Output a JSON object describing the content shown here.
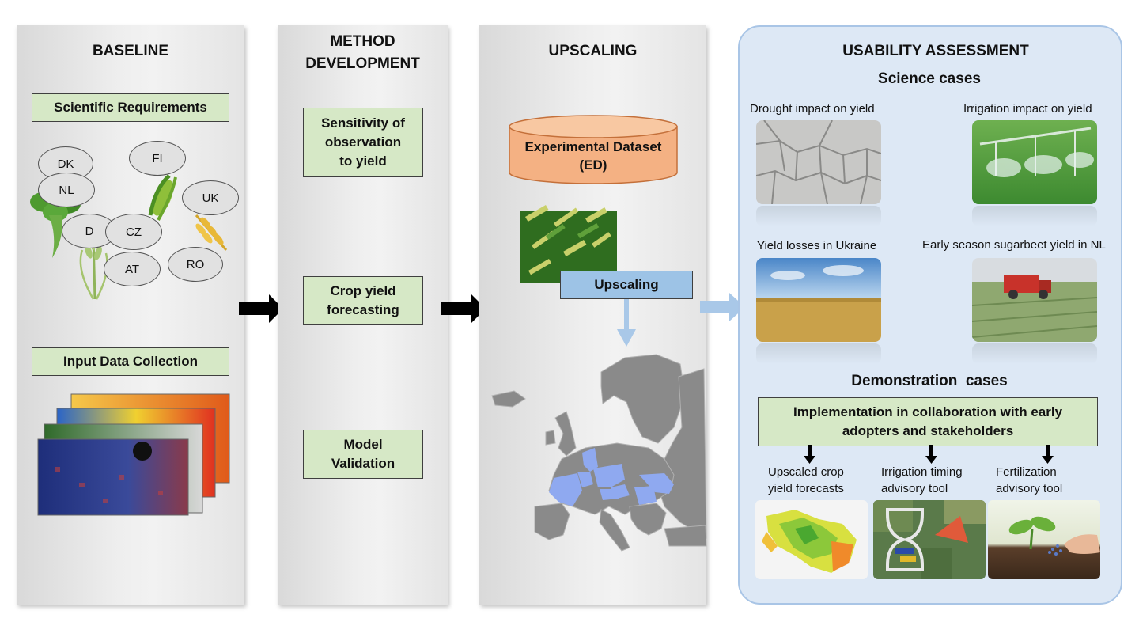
{
  "columns": {
    "baseline": {
      "title": "BASELINE",
      "scientific_requirements": "Scientific Requirements",
      "input_data_collection": "Input Data Collection",
      "countries": [
        "DK",
        "NL",
        "FI",
        "UK",
        "D",
        "CZ",
        "AT",
        "RO"
      ]
    },
    "method": {
      "title_line1": "METHOD",
      "title_line2": "DEVELOPMENT",
      "box1_line1": "Sensitivity of",
      "box1_line2": "observation",
      "box1_line3": "to yield",
      "box2_line1": "Crop yield",
      "box2_line2": "forecasting",
      "box3_line1": "Model",
      "box3_line2": "Validation"
    },
    "upscaling": {
      "title": "UPSCALING",
      "dataset_line1": "Experimental Dataset",
      "dataset_line2": "(ED)",
      "upscaling_label": "Upscaling"
    },
    "usability": {
      "title": "USABILITY ASSESSMENT",
      "science_cases_title": "Science cases",
      "science_cases": [
        "Drought impact on yield",
        "Irrigation impact on yield",
        "Yield losses in Ukraine",
        "Early season sugarbeet yield in NL"
      ],
      "demonstration_title": "Demonstration  cases",
      "implementation_line1": "Implementation in collaboration with early",
      "implementation_line2": "adopters and stakeholders",
      "demo_cases": [
        {
          "line1": "Upscaled crop",
          "line2": "yield forecasts"
        },
        {
          "line1": "Irrigation timing",
          "line2": "advisory tool"
        },
        {
          "line1": "Fertilization",
          "line2": "advisory tool"
        }
      ]
    }
  },
  "colors": {
    "green_box": "#d6e8c6",
    "dataset_orange": "#f4b183",
    "upscaling_blue": "#9dc3e6",
    "usability_panel": "#dde8f5",
    "map_grey": "#8a8a8a",
    "map_highlight": "#8fa9f0",
    "arrow_black": "#000000",
    "arrow_light_blue": "#a9c8e8"
  }
}
